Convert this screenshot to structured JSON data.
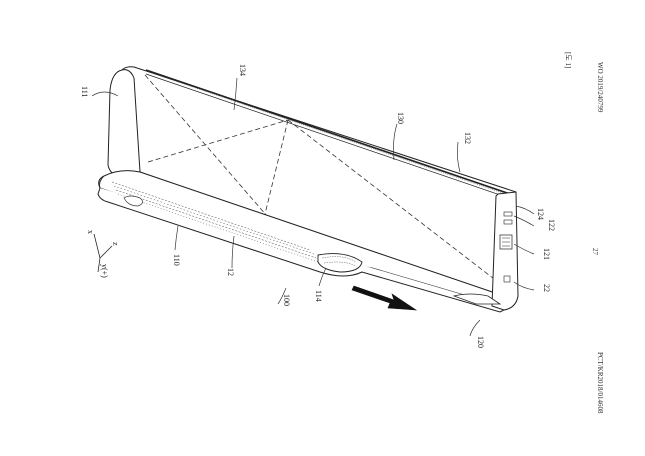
{
  "header": {
    "publication": "WO 2019/240799",
    "figure": "[도 1]",
    "page_number": "27",
    "application": "PCT/KR2018/014608"
  },
  "axes": {
    "x": "x",
    "z": "z",
    "y": "y(+)"
  },
  "labels": {
    "l100": "100",
    "l110": "110",
    "l111": "111",
    "l114": "114",
    "l12": "12",
    "l22": "22",
    "l120": "120",
    "l121": "121",
    "l122": "122",
    "l124": "124",
    "l130": "130",
    "l132": "132",
    "l134": "134"
  }
}
